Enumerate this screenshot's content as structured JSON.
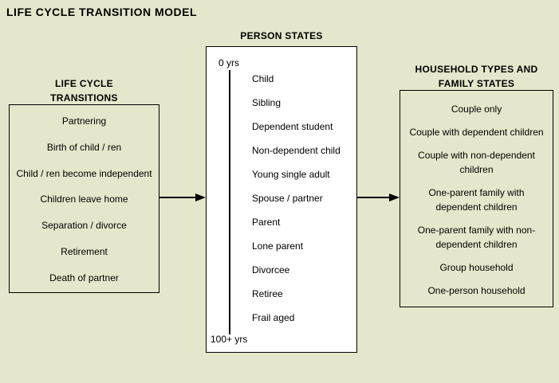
{
  "title": "LIFE CYCLE TRANSITION MODEL",
  "left_panel": {
    "heading": "LIFE CYCLE\nTRANSITIONS",
    "items": [
      "Partnering",
      "Birth of child / ren",
      "Child / ren become independent",
      "Children leave home",
      "Separation / divorce",
      "Retirement",
      "Death of partner"
    ]
  },
  "middle_panel": {
    "heading": "PERSON STATES",
    "age_start_label": "0 yrs",
    "age_end_label": "100+ yrs",
    "items": [
      "Child",
      "Sibling",
      "Dependent student",
      "Non-dependent child",
      "Young single adult",
      "Spouse / partner",
      "Parent",
      "Lone parent",
      "Divorcee",
      "Retiree",
      "Frail aged"
    ]
  },
  "right_panel": {
    "heading": "HOUSEHOLD TYPES AND\nFAMILY STATES",
    "items": [
      "Couple only",
      "Couple with dependent children",
      "Couple with non-dependent children",
      "One-parent family with dependent children",
      "One-parent family with non-dependent children",
      "Group household",
      "One-person household"
    ]
  },
  "colors": {
    "background": "#E4E7CB",
    "person_states_fill": "#FFFFFF",
    "border": "#000000",
    "text": "#000000"
  }
}
